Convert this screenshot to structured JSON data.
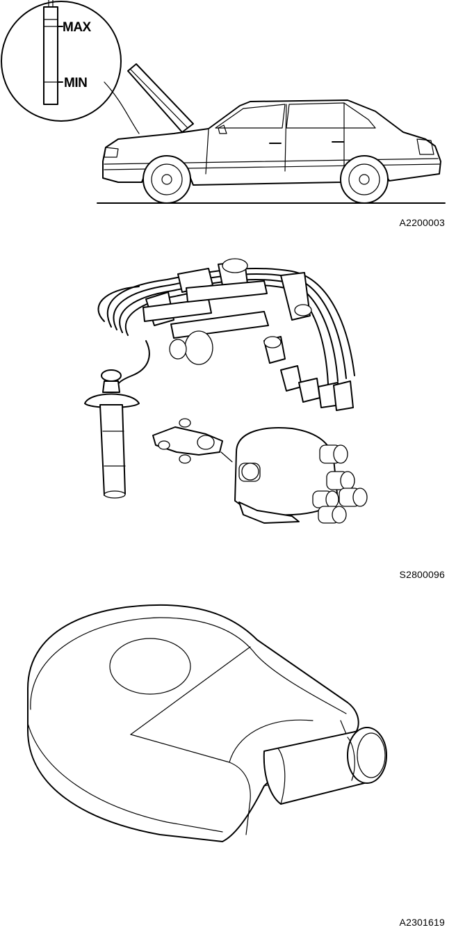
{
  "figures": [
    {
      "id": "car-coolant-level",
      "code": "A2200003",
      "labels": {
        "max": "MAX",
        "min": "MIN"
      }
    },
    {
      "id": "ignition-leads-distributor",
      "code": "S2800096"
    },
    {
      "id": "expansion-tank-cap",
      "code": "A2301619"
    }
  ]
}
